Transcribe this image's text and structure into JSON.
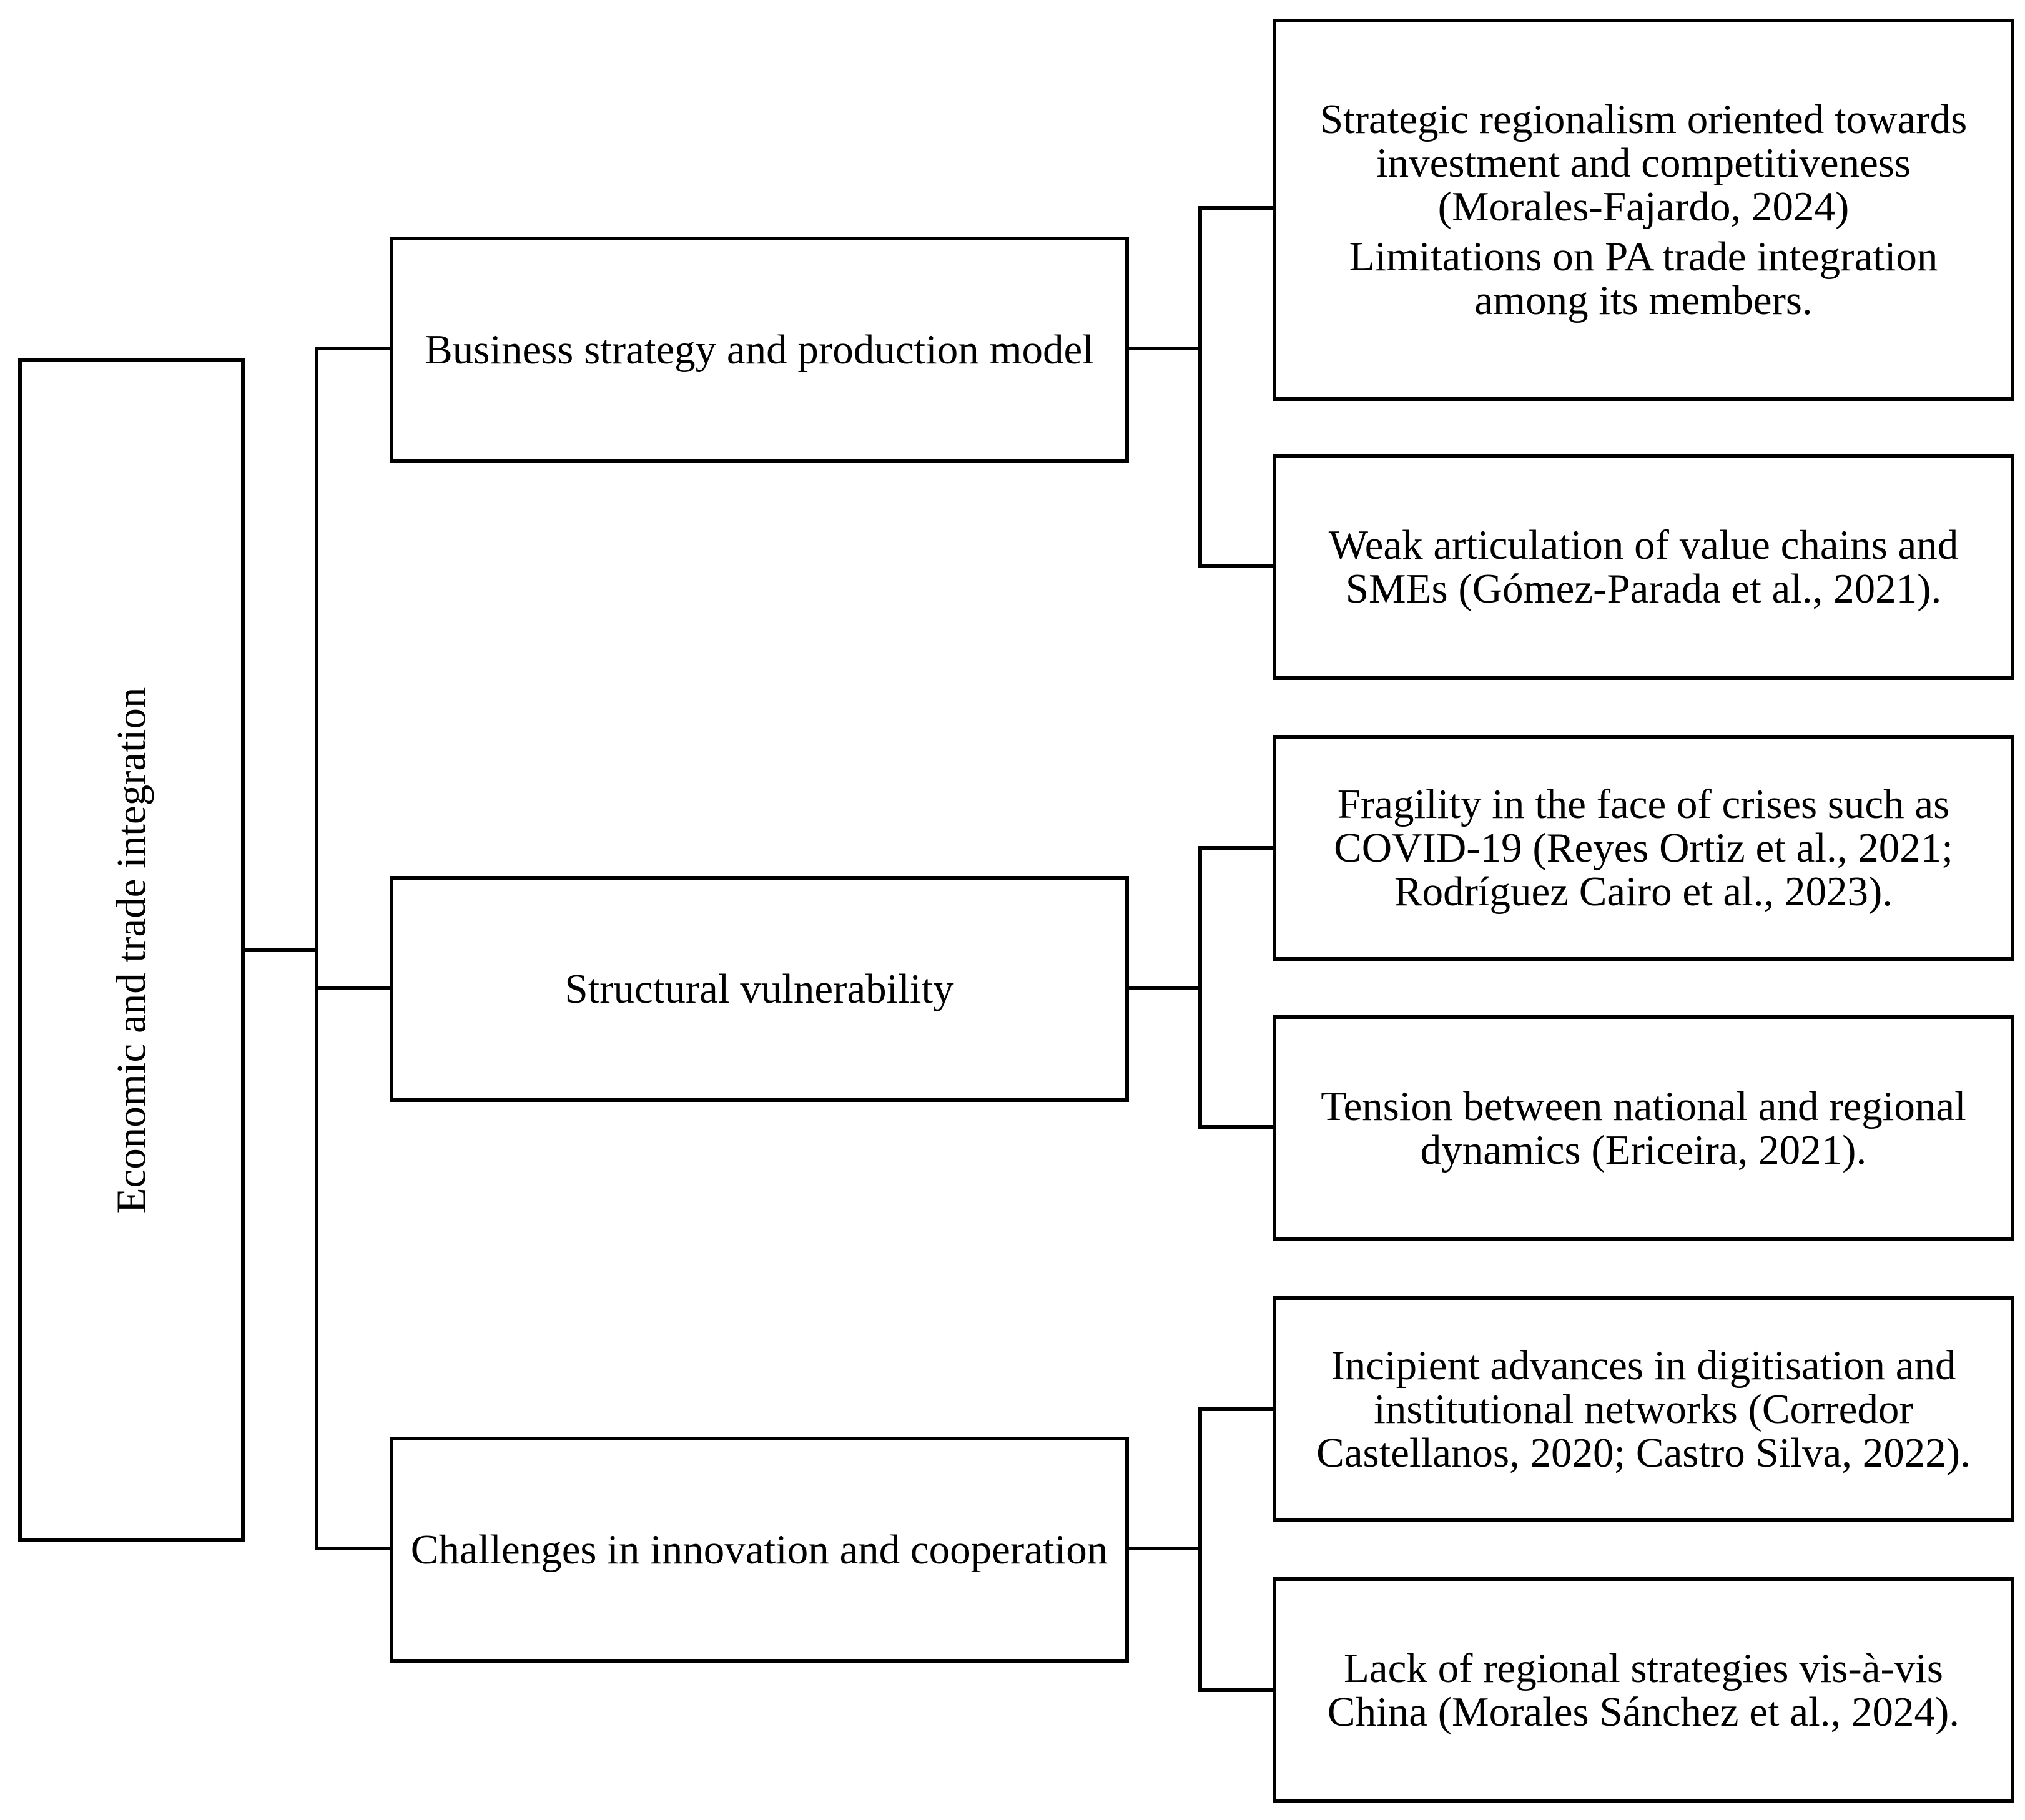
{
  "root": {
    "label": "Economic and trade integration"
  },
  "branches": [
    {
      "label": "Business strategy and production model",
      "leaves": [
        {
          "lines": [
            "Strategic regionalism oriented towards\ninvestment and competitiveness\n(Morales-Fajardo, 2024)",
            "Limitations on PA trade integration\namong its members."
          ]
        },
        {
          "lines": [
            "Weak articulation of value chains and\nSMEs (Gómez-Parada et al., 2021)."
          ]
        }
      ]
    },
    {
      "label": "Structural vulnerability",
      "leaves": [
        {
          "lines": [
            "Fragility in the face of crises such as\nCOVID-19 (Reyes Ortiz et al., 2021;\nRodríguez Cairo et al., 2023)."
          ]
        },
        {
          "lines": [
            "Tension between national and regional\ndynamics (Ericeira, 2021)."
          ]
        }
      ]
    },
    {
      "label": "Challenges in innovation and cooperation",
      "leaves": [
        {
          "lines": [
            "Incipient advances in digitisation and\ninstitutional networks (Corredor\nCastellanos, 2020; Castro Silva, 2022)."
          ]
        },
        {
          "lines": [
            "Lack of regional strategies vis-à-vis\nChina (Morales Sánchez et al., 2024)."
          ]
        }
      ]
    }
  ]
}
